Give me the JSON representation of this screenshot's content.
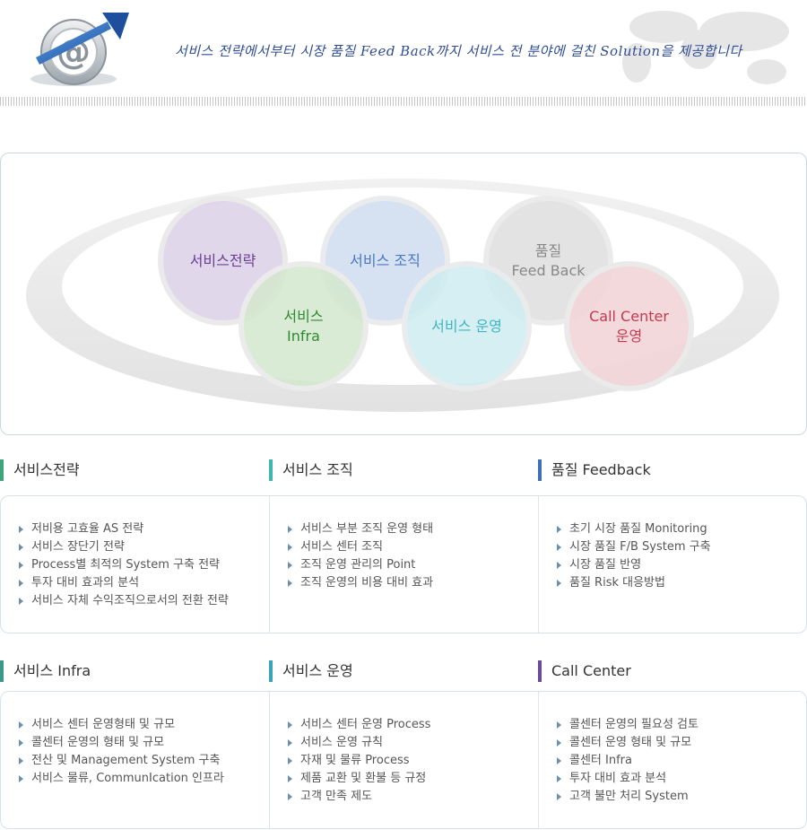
{
  "header": {
    "slogan": "서비스 전략에서부터 시장 품질 Feed Back까지 서비스 전 분야에 걸친 Solution을 제공합니다"
  },
  "colors": {
    "accent_blue": "#2f4d94",
    "strategy": "#6b3f95",
    "infra": "#2f8a2f",
    "organization": "#4b78c2",
    "operation": "#3fb6c2",
    "quality": "#888888",
    "callcenter": "#c23b4f"
  },
  "diagram": {
    "circles": [
      {
        "name": "strategy",
        "line1": "서비스전략",
        "line2": ""
      },
      {
        "name": "organization",
        "line1": "서비스 조직",
        "line2": ""
      },
      {
        "name": "quality",
        "line1": "품질",
        "line2": "Feed Back"
      },
      {
        "name": "infra",
        "line1": "서비스",
        "line2": "Infra"
      },
      {
        "name": "operation",
        "line1": "서비스 운영",
        "line2": ""
      },
      {
        "name": "callcenter",
        "line1": "Call Center",
        "line2": "운영"
      }
    ]
  },
  "sections": {
    "row1": [
      {
        "title": "서비스전략",
        "items": [
          "저비용 고효율 AS 전략",
          "서비스 장단기 전략",
          "Process별 최적의 System 구축 전략",
          "투자 대비 효과의 분석",
          "서비스 자체 수익조직으로서의 전환 전략"
        ]
      },
      {
        "title": "서비스 조직",
        "items": [
          "서비스 부분 조직 운영 형태",
          "서비스 센터 조직",
          "조직 운영 관리의 Point",
          "조직 운영의 비용 대비 효과"
        ]
      },
      {
        "title": "품질 Feedback",
        "items": [
          "초기 시장 품질 Monitoring",
          "시장 품질 F/B System 구축",
          "시장 품질 반영",
          "품질 Risk 대응방법"
        ]
      }
    ],
    "row2": [
      {
        "title": "서비스 Infra",
        "items": [
          "서비스 센터 운영형태 및 규모",
          "콜센터 운영의 형태 및 규모",
          "전산 및 Management System 구축",
          "서비스 물류, CommunIcation 인프라"
        ]
      },
      {
        "title": "서비스 운영",
        "items": [
          "서비스 센터 운영 Process",
          "서비스 운영 규칙",
          "자재 및 물류 Process",
          "제품 교환 및 환불 등 규정",
          "고객 만족 제도"
        ]
      },
      {
        "title": "Call Center",
        "items": [
          "콜센터 운영의 필요성 검토",
          "콜센터 운영 형태 및 규모",
          "콜센터 Infra",
          "투자 대비 효과 분석",
          "고객 불만 처리 System"
        ]
      }
    ]
  }
}
